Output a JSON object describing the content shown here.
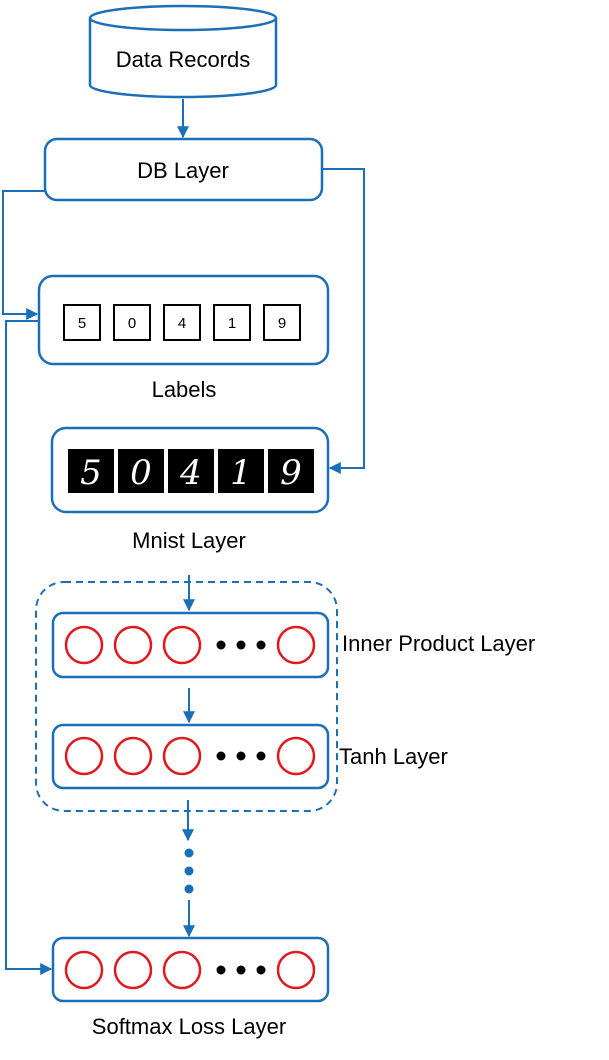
{
  "colors": {
    "flow": "#1a6fb9",
    "neuron": "#e0191f",
    "box_border": "#1a6fb9"
  },
  "nodes": {
    "data_records": "Data Records",
    "db_layer": "DB Layer",
    "labels": "Labels",
    "mnist_layer": "Mnist Layer",
    "inner_product_layer": "Inner Product Layer",
    "tanh_layer": "Tanh Layer",
    "softmax_loss_layer": "Softmax Loss Layer"
  },
  "label_digits": [
    "5",
    "0",
    "4",
    "1",
    "9"
  ],
  "mnist_digits": [
    "5",
    "0",
    "4",
    "1",
    "9"
  ]
}
